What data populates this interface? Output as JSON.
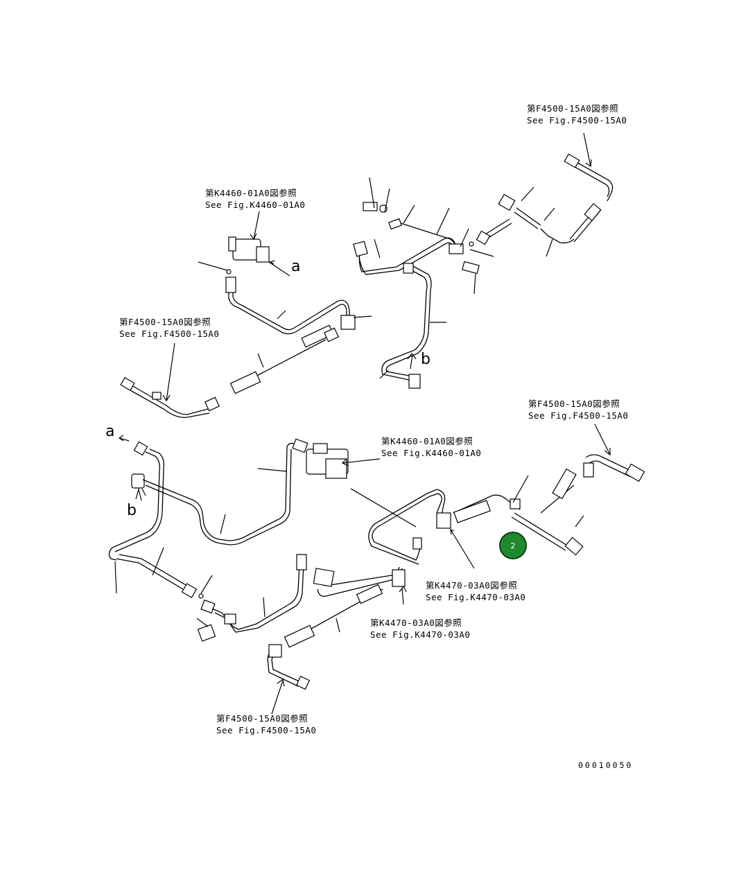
{
  "references": {
    "top_right": [
      "第F4500-15A0図参照",
      "See Fig.F4500-15A0"
    ],
    "top_left_valve": [
      "第K4460-01A0図参照",
      "See Fig.K4460-01A0"
    ],
    "left_middle": [
      "第F4500-15A0図参照",
      "See Fig.F4500-15A0"
    ],
    "right_middle": [
      "第F4500-15A0図参照",
      "See Fig.F4500-15A0"
    ],
    "center_valve": [
      "第K4460-01A0図参照",
      "See Fig.K4460-01A0"
    ],
    "lower_right_tee": [
      "第K4470-03A0図参照",
      "See Fig.K4470-03A0"
    ],
    "lower_center_tee": [
      "第K4470-03A0図参照",
      "See Fig.K4470-03A0"
    ],
    "bottom": [
      "第F4500-15A0図参照",
      "See Fig.F4500-15A0"
    ]
  },
  "letters": {
    "a_upper": "a",
    "b_upper": "b",
    "a_lower": "a",
    "b_lower": "b"
  },
  "callout": {
    "label": "2",
    "color": "#1e8a2e"
  },
  "document_number": "00010050"
}
